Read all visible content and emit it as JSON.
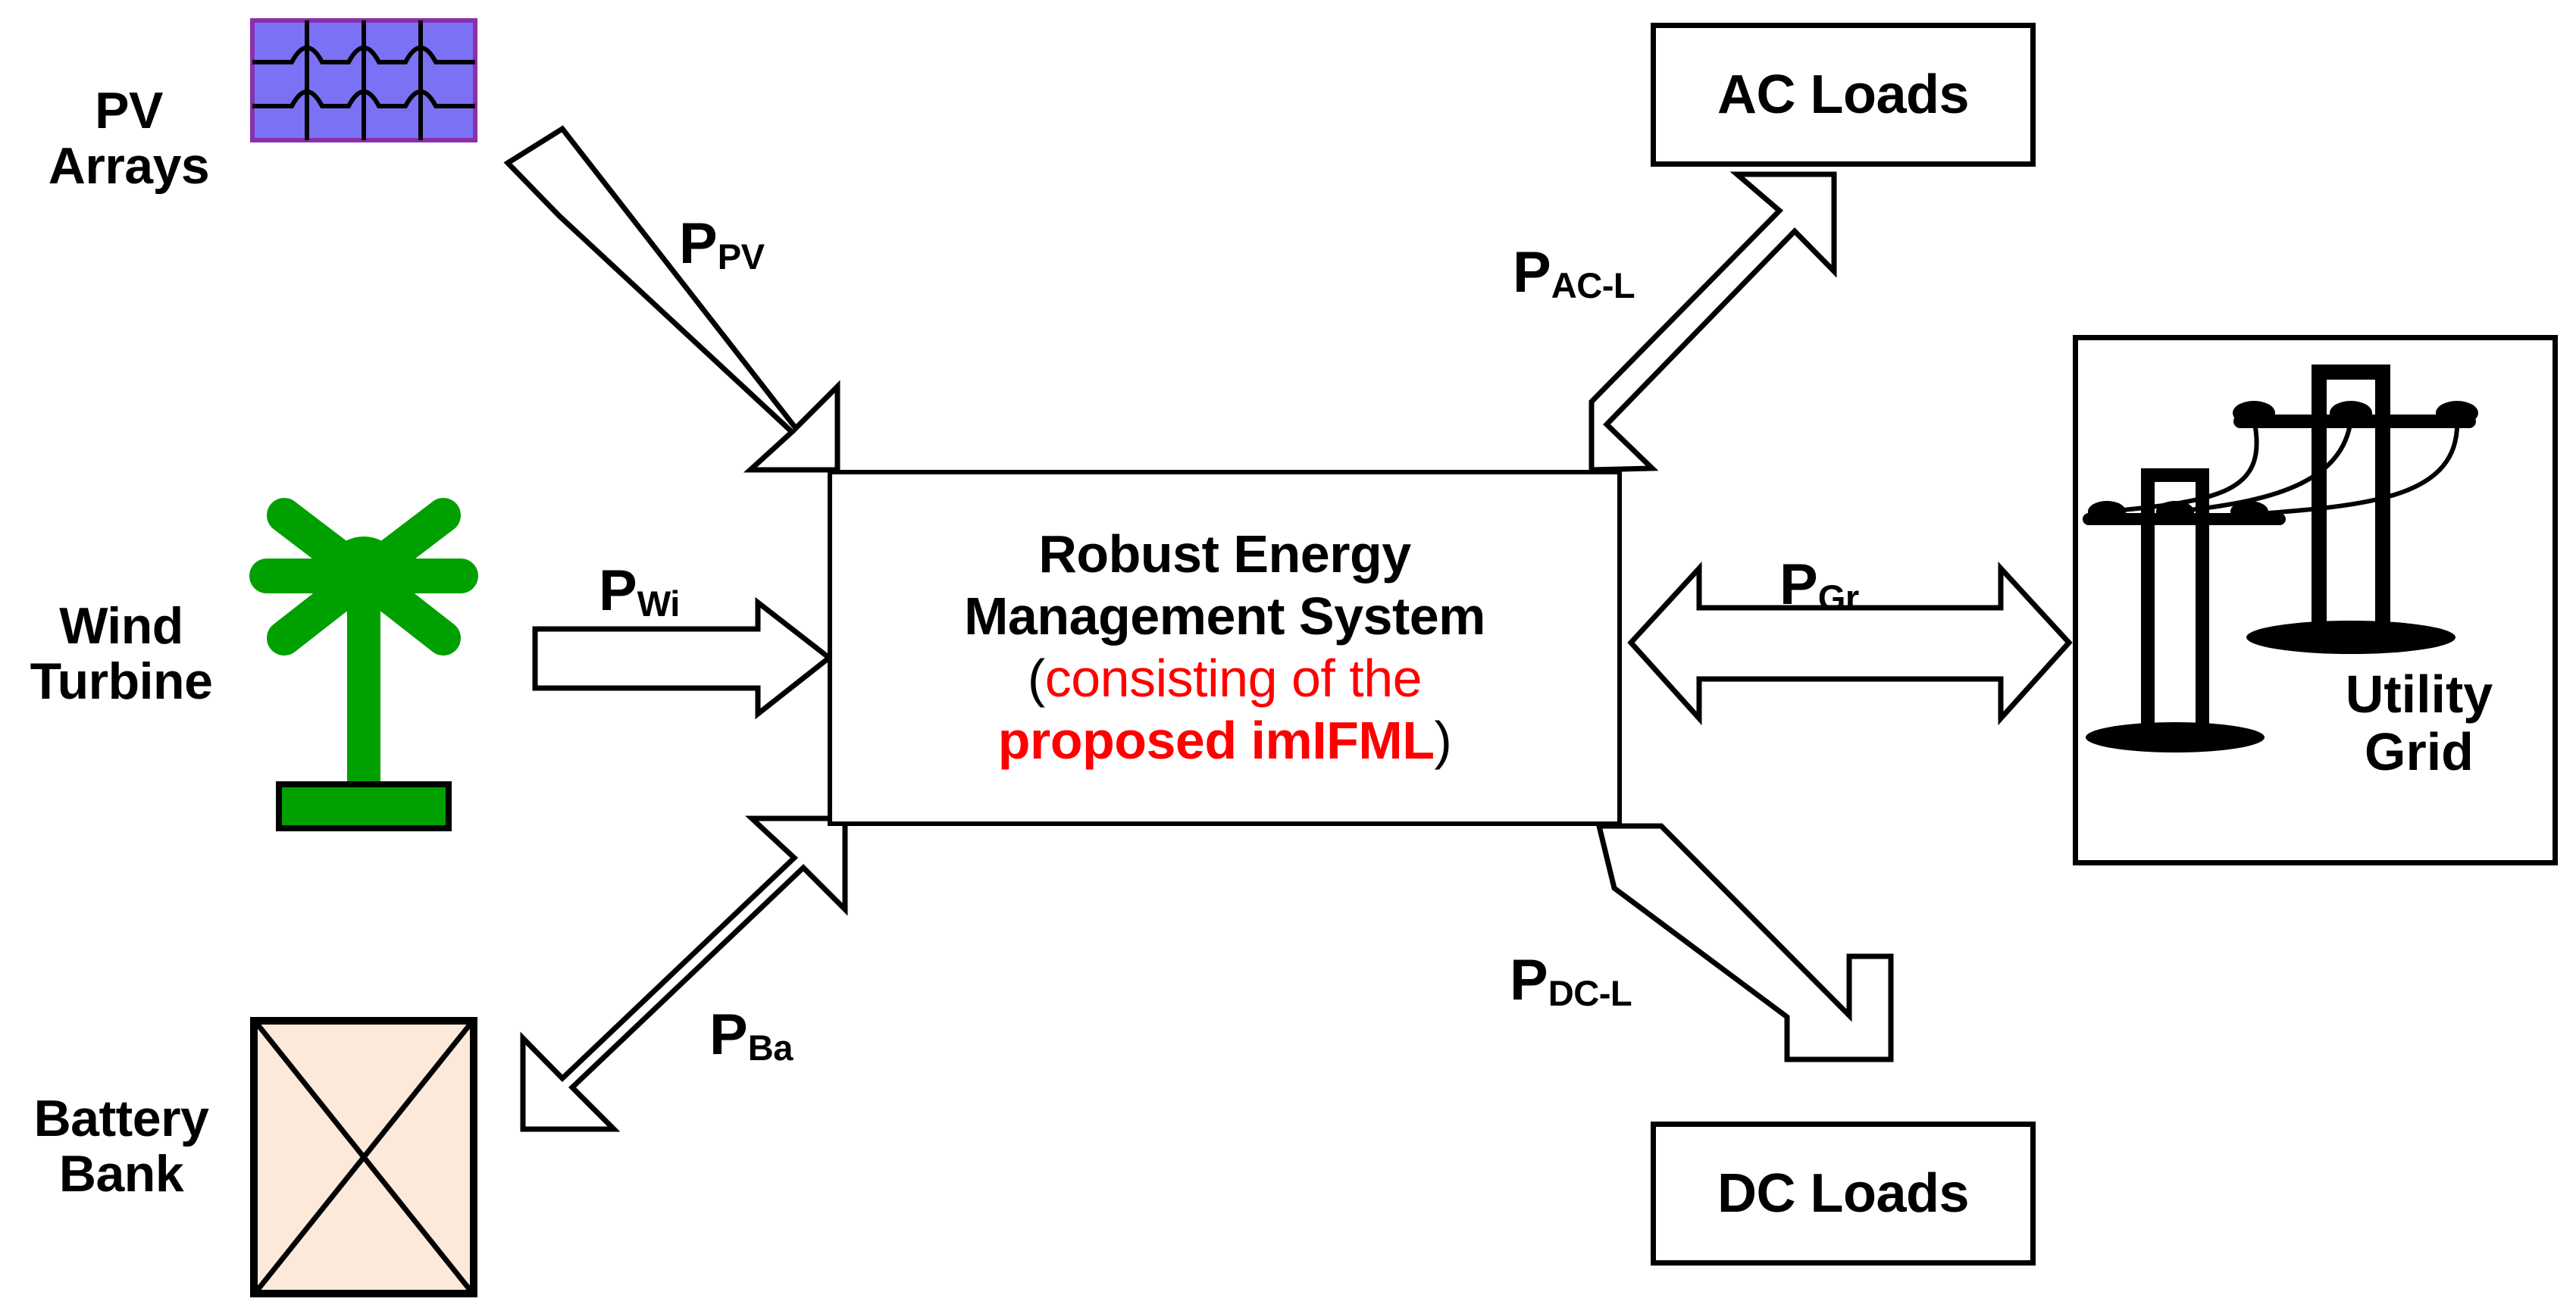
{
  "diagram": {
    "title": "Robust Energy Management System microgrid architecture",
    "background": "#ffffff"
  },
  "colors": {
    "stroke": "#000000",
    "pv_fill": "#7B71F5",
    "pv_border": "#8B2FAD",
    "turbine_green": "#00A000",
    "battery_fill": "#FCE9DA",
    "accent_red": "#ff0000",
    "box_fill": "#ffffff"
  },
  "sources": [
    {
      "id": "pv",
      "label": "PV\nArrays",
      "icon": "solar-panel-icon"
    },
    {
      "id": "wind",
      "label": "Wind\nTurbine",
      "icon": "wind-turbine-icon"
    },
    {
      "id": "battery",
      "label": "Battery\nBank",
      "icon": "battery-bank-icon"
    }
  ],
  "center": {
    "line1": "Robust Energy",
    "line2": "Management System",
    "line3_open": "(",
    "line3_red": "consisting of the",
    "line4_red": "proposed imIFML",
    "line4_close": ")"
  },
  "loads": [
    {
      "id": "ac-loads",
      "label": "AC Loads"
    },
    {
      "id": "dc-loads",
      "label": "DC Loads"
    }
  ],
  "grid": {
    "label": "Utility\nGrid",
    "icon": "transmission-tower-icon"
  },
  "flows": [
    {
      "id": "pv",
      "symbol": "P",
      "subscript": "PV",
      "direction": "one-way",
      "from": "PV Arrays",
      "to": "Robust Energy Management System"
    },
    {
      "id": "wind",
      "symbol": "P",
      "subscript": "Wi",
      "direction": "one-way",
      "from": "Wind Turbine",
      "to": "Robust Energy Management System"
    },
    {
      "id": "batt",
      "symbol": "P",
      "subscript": "Ba",
      "direction": "two-way",
      "from": "Battery Bank",
      "to": "Robust Energy Management System"
    },
    {
      "id": "acl",
      "symbol": "P",
      "subscript": "AC-L",
      "direction": "one-way",
      "from": "Robust Energy Management System",
      "to": "AC Loads"
    },
    {
      "id": "gr",
      "symbol": "P",
      "subscript": "Gr",
      "direction": "two-way",
      "from": "Robust Energy Management System",
      "to": "Utility Grid"
    },
    {
      "id": "dcl",
      "symbol": "P",
      "subscript": "DC-L",
      "direction": "one-way",
      "from": "Robust Energy Management System",
      "to": "DC Loads"
    }
  ]
}
